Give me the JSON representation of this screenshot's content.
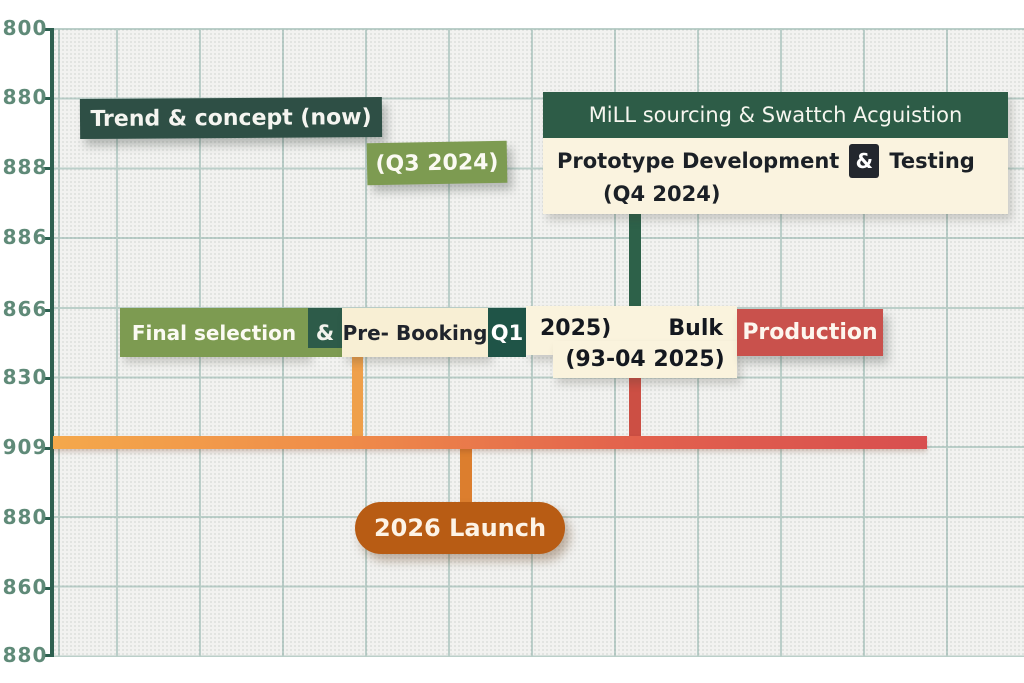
{
  "axis": {
    "tick_labels": [
      "800",
      "880",
      "888",
      "886",
      "866",
      "830",
      "909",
      "880",
      "860",
      "880"
    ]
  },
  "phases": {
    "trend": "Trend & concept (now)",
    "q3_2024": "(Q3 2024)",
    "mill_header": "MiLL sourcing & Swattch Acguistion",
    "proto_line_a": "Prototype Development",
    "proto_amp": "&",
    "proto_line_b": "Testing",
    "proto_date": "(Q4 2024)",
    "final_selection": "Final selection",
    "final_amp": "&",
    "pre_booking": "Pre- Booking",
    "q1": "Q1",
    "y2025": "2025)",
    "bulk": "Bulk",
    "bulk_dates": "(93-04 2025)",
    "production": "Production",
    "launch": "2026 Launch"
  },
  "colors": {
    "dark_green_box": "#2e4f45",
    "mill_header_green": "#2d5c47",
    "olive_green": "#7d9b51",
    "teal_green": "#1f5447",
    "cream": "#faf3dd",
    "red_box": "#c9514c",
    "amp_black": "#23272e",
    "orange_connector": "#efa04b",
    "burnt_orange_pill": "#b85c14",
    "timeline_gradient_start": "#f4a84b",
    "timeline_gradient_end": "#d84f4f",
    "grid_line": "#b8cdc7",
    "axis_line": "#2d6050",
    "axis_label": "#5f8a78"
  }
}
